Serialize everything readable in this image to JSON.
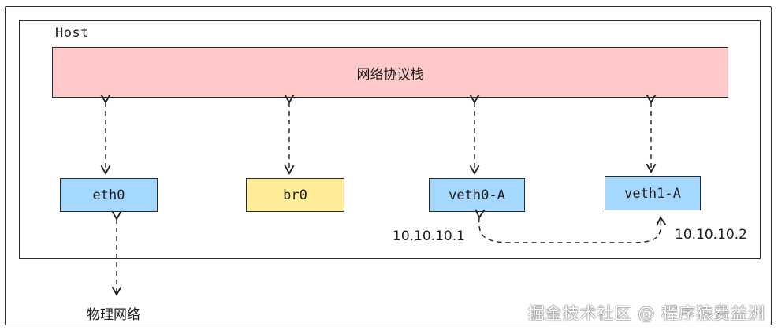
{
  "host": {
    "label": "Host"
  },
  "stack": {
    "label": "网络协议栈",
    "color": "#ffc9c9"
  },
  "nodes": [
    {
      "label": "eth0",
      "color": "#a5d8ff"
    },
    {
      "label": "br0",
      "color": "#ffec99"
    },
    {
      "label": "veth0-A",
      "color": "#a5d8ff"
    },
    {
      "label": "veth1-A",
      "color": "#a5d8ff"
    }
  ],
  "ips": {
    "veth0": "10.10.10.1",
    "veth1": "10.10.10.2"
  },
  "physical": {
    "label": "物理网络"
  },
  "watermark": "掘金技术社区 @ 程序猿费益洲"
}
